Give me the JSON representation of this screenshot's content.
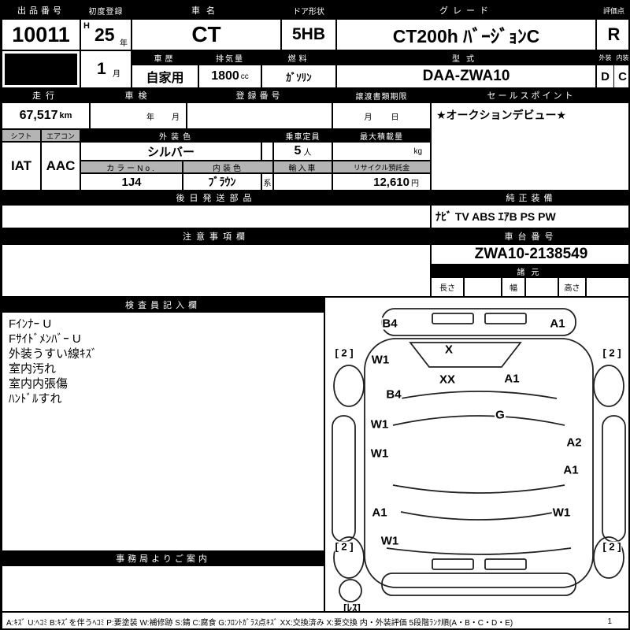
{
  "top": {
    "auction_no_label": "出品番号",
    "auction_no": "10011",
    "first_reg_label": "初度登録",
    "first_reg_era": "H",
    "first_reg_year": "25",
    "year_suffix": "年",
    "first_reg_month": "1",
    "month_suffix": "月",
    "car_name_label": "車名",
    "car_name": "CT",
    "door_label": "ドア形状",
    "door": "5HB",
    "grade_label": "グレード",
    "grade": "CT200h ﾊﾞｰｼﾞｮﾝC",
    "score_label": "評価点",
    "score": "R",
    "history_label": "車歴",
    "history": "自家用",
    "displacement_label": "排気量",
    "displacement": "1800",
    "displacement_unit": "cc",
    "fuel_label": "燃料",
    "fuel": "ｶﾞｿﾘﾝ",
    "model_label": "型式",
    "model": "DAA-ZWA10",
    "exterior_label": "外装",
    "interior_label": "内装",
    "exterior_grade": "D",
    "interior_grade": "C"
  },
  "mileage_row": {
    "mileage_label": "走行",
    "mileage": "67,517",
    "mileage_unit": "km",
    "inspection_label": "車検",
    "inspection_year": "年",
    "inspection_month": "月",
    "registration_label": "登録番号",
    "transfer_label": "譲渡書類期限",
    "transfer_month": "月",
    "transfer_day": "日",
    "sales_label": "セールスポイント",
    "sales_point": "★オークションデビュー★"
  },
  "spec_row": {
    "shift_label": "シフト",
    "shift": "IAT",
    "aircon_label": "エアコン",
    "aircon": "AAC",
    "ext_color_label": "外装色",
    "ext_color": "シルバー",
    "capacity_label": "乗車定員",
    "capacity": "5",
    "capacity_unit": "人",
    "max_load_label": "最大積載量",
    "max_load_unit": "kg",
    "color_no_label": "カラーNo.",
    "color_no": "1J4",
    "int_color_label": "内装色",
    "int_color": "ﾌﾞﾗｳﾝ",
    "int_color_suffix": "系",
    "import_label": "輸入車",
    "recycle_label": "リサイクル預託金",
    "recycle_amount": "12,610",
    "recycle_unit": "円"
  },
  "equipment": {
    "label": "純正装備",
    "items": "ﾅﾋﾞ TV ABS ｴｱB PS PW"
  },
  "later_parts": {
    "label": "後日発送部品"
  },
  "caution": {
    "label": "注意事項欄"
  },
  "chassis": {
    "label": "車台番号",
    "number": "ZWA10-2138549"
  },
  "dimensions": {
    "label": "諸元",
    "length_label": "長さ",
    "width_label": "幅",
    "height_label": "高さ"
  },
  "inspector": {
    "label": "検査員記入欄",
    "notes": [
      "Fｲﾝﾅｰ U",
      "Fｻｲﾄﾞﾒﾝﾊﾞｰ U",
      "外装うすい線ｷｽﾞ",
      "室内汚れ",
      "室内内張傷",
      "ﾊﾝﾄﾞﾙすれ"
    ]
  },
  "office": {
    "label": "事務局よりご案内"
  },
  "diagram": {
    "markers": [
      {
        "text": "B4"
      },
      {
        "text": "A1"
      },
      {
        "text": "X"
      },
      {
        "text": "[ 2 ]"
      },
      {
        "text": "[ 2 ]"
      },
      {
        "text": "W1"
      },
      {
        "text": "XX"
      },
      {
        "text": "A1"
      },
      {
        "text": "B4"
      },
      {
        "text": "W1"
      },
      {
        "text": "G"
      },
      {
        "text": "A2"
      },
      {
        "text": "W1"
      },
      {
        "text": "A1"
      },
      {
        "text": "A1"
      },
      {
        "text": "W1"
      },
      {
        "text": "W1"
      },
      {
        "text": "[ 2 ]"
      },
      {
        "text": "[ 2 ]"
      },
      {
        "text": "[ﾚｽ]"
      }
    ]
  },
  "legend": {
    "text": "A:ｷｽﾞ U:ﾍｺﾐ B:ｷｽﾞを伴うﾍｺﾐ P:要塗装 W:補修跡 S:錆 C:腐食 G:ﾌﾛﾝﾄｶﾞﾗｽ点ｷｽﾞ XX:交換済み X:要交換  内・外装評価 5段階ﾗﾝｸ順(A・B・C・D・E)",
    "page": "1"
  }
}
